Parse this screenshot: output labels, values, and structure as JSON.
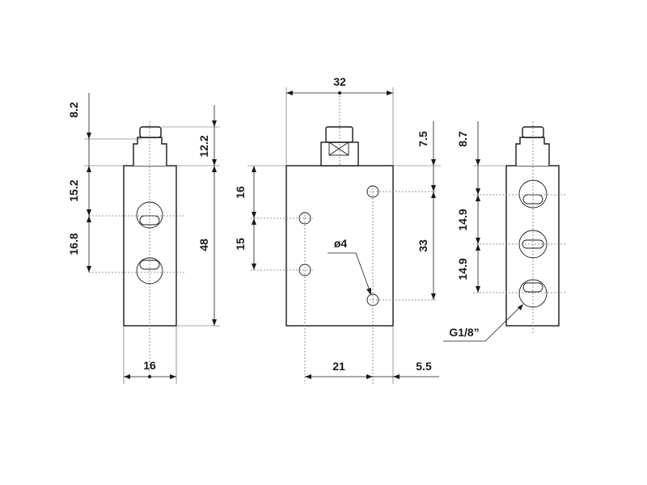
{
  "drawing": {
    "side_view_left": {
      "dim_top_cap": "8.2",
      "dim_stem_height": "12.2",
      "dim_first_port": "15.2",
      "dim_port_spacing": "16.8",
      "dim_body_height": "48",
      "dim_body_width": "16"
    },
    "front_view": {
      "dim_total_width": "32",
      "dim_top_offset": "7.5",
      "dim_hole_vertical": "16",
      "dim_hole_spacing": "15",
      "dim_hole_diameter": "ø4",
      "dim_mount_spacing": "33",
      "dim_horizontal_spacing": "21",
      "dim_edge_offset": "5.5"
    },
    "side_view_right": {
      "dim_top_cap": "8.7",
      "dim_port_spacing_1": "14.9",
      "dim_port_spacing_2": "14.9",
      "port_thread": "G1/8”"
    }
  }
}
